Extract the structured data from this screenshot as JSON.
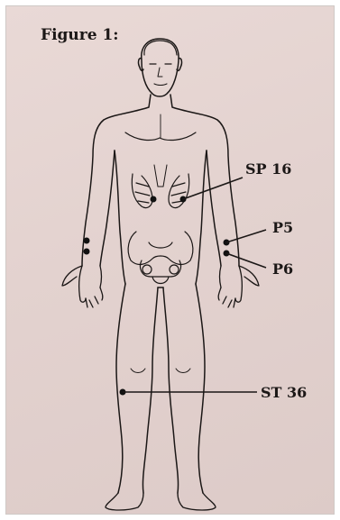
{
  "figure": {
    "title": "Figure 1:",
    "points": [
      {
        "label": "SP 16"
      },
      {
        "label": "P5"
      },
      {
        "label": "P6"
      },
      {
        "label": "ST 36"
      }
    ]
  },
  "colors": {
    "paper": "#e6d5d2",
    "ink": "#1b1716"
  }
}
